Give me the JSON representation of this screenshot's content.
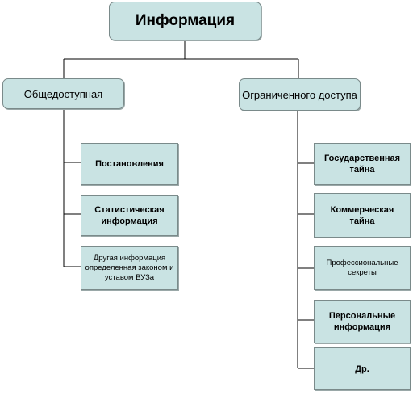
{
  "diagram": {
    "root": "Информация",
    "left": {
      "label": "Общедоступная",
      "items": [
        "Постановления",
        "Статистическая информация",
        "Другая информация определенная законом и уставом ВУЗа"
      ]
    },
    "right": {
      "label": "Ограниченного доступа",
      "items": [
        "Государственная тайна",
        "Коммерческая тайна",
        "Профессиональные секреты",
        "Персональные информация",
        "Др."
      ]
    }
  }
}
